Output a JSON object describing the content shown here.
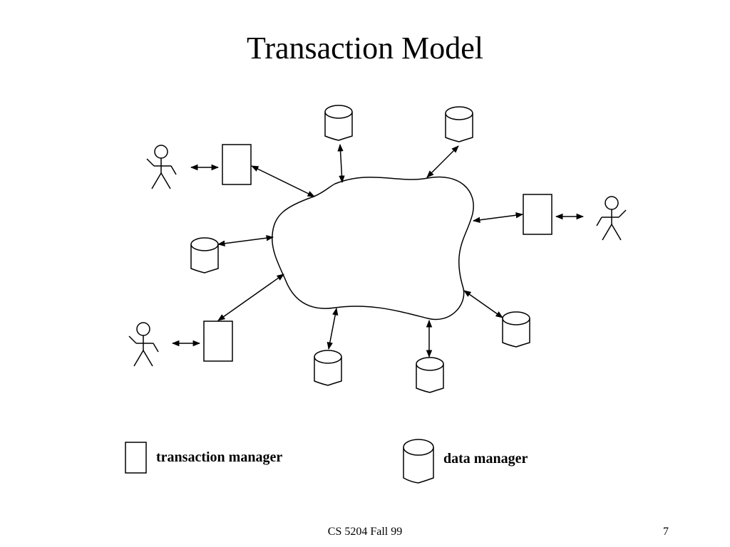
{
  "slide": {
    "title": "Transaction Model"
  },
  "legend": {
    "transaction_manager_label": "transaction manager",
    "data_manager_label": "data manager"
  },
  "footer": {
    "course": "CS 5204 Fall 99",
    "page_number": "7"
  },
  "diagram": {
    "network_shape": "cloud",
    "user_icon": "stick-figure-icon",
    "transaction_manager_icon": "rectangle-icon",
    "data_manager_icon": "cylinder-icon",
    "stroke_color": "#000000"
  }
}
